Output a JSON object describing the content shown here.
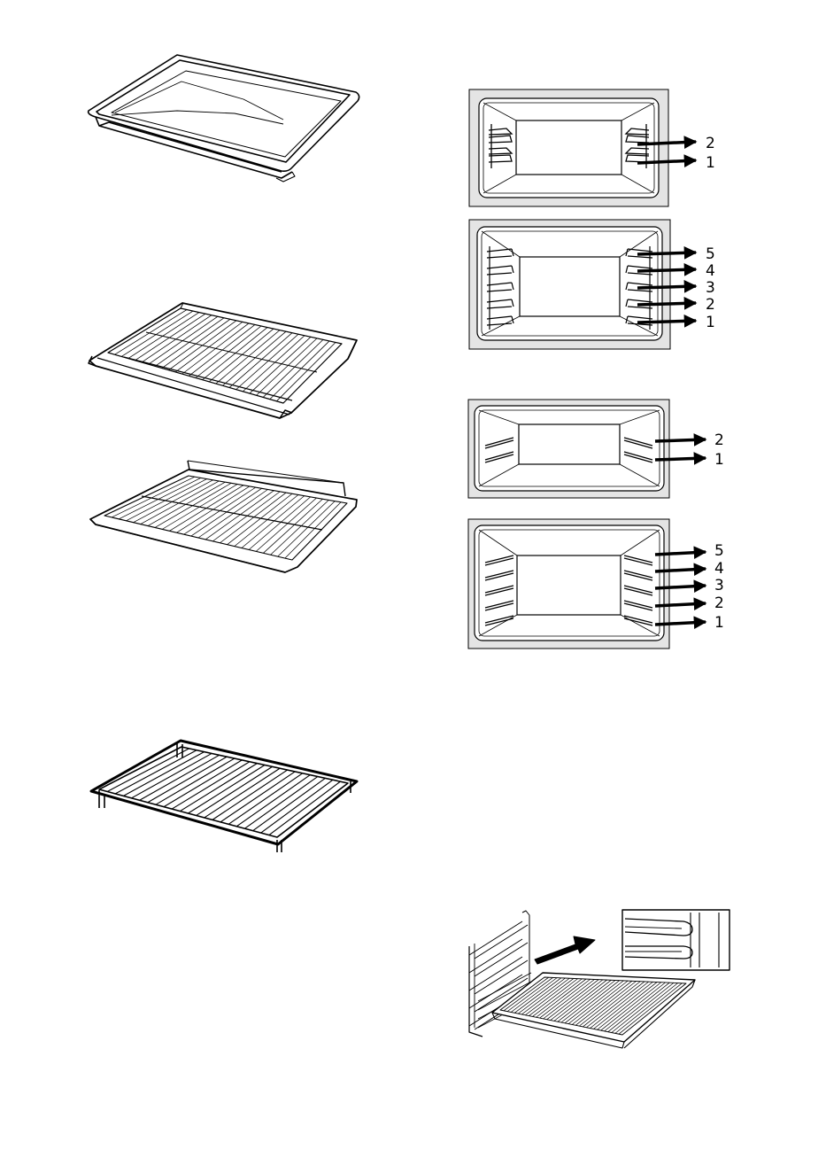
{
  "panels": {
    "top_two": {
      "levels": [
        "2",
        "1"
      ]
    },
    "top_five": {
      "levels": [
        "5",
        "4",
        "3",
        "2",
        "1"
      ]
    },
    "bottom_two": {
      "levels": [
        "2",
        "1"
      ]
    },
    "bottom_five": {
      "levels": [
        "5",
        "4",
        "3",
        "2",
        "1"
      ]
    }
  },
  "colors": {
    "line": "#000000",
    "cabinet": "#e4e4e4",
    "cavity": "#ffffff"
  },
  "icons": [
    "baking-tray-icon",
    "oven-shelf-icon",
    "grid-shelf-icon",
    "wire-rack-icon",
    "shelf-insertion-icon"
  ]
}
